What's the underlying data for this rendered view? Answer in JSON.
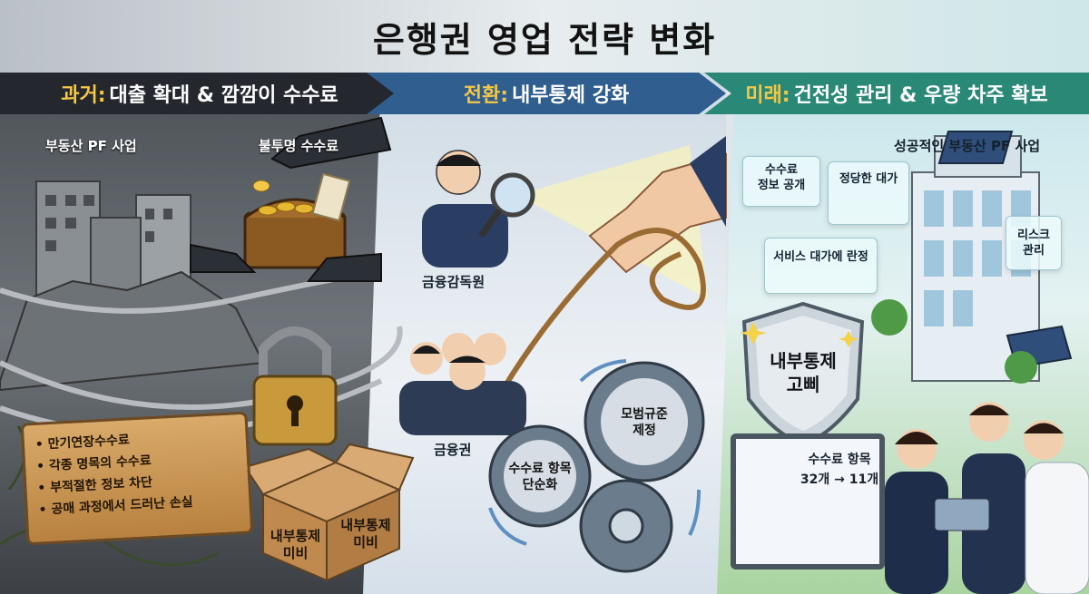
{
  "title": "은행권 영업 전략 변화",
  "sections": {
    "past": {
      "highlight": "과거:",
      "text": "대출 확대 & 깜깜이 수수료",
      "labels": {
        "pf": "부동산 PF 사업",
        "opaque_fee": "불투명 수수료"
      },
      "sign_items": [
        "• 만기연장수수료",
        "• 각종 명목의 수수료",
        "• 부적절한 정보 차단",
        "• 공매 과정에서 드러난 손실"
      ],
      "box_left": [
        "내부통제",
        "미비"
      ],
      "box_right": [
        "내부통제",
        "미비"
      ]
    },
    "transition": {
      "highlight": "전환:",
      "text": "내부통제 강화",
      "labels": {
        "fss": "금융감독원",
        "banks": "금융권"
      },
      "gear_top": [
        "모범규준",
        "제정"
      ],
      "gear_left": [
        "수수료 항목",
        "단순화"
      ]
    },
    "future": {
      "highlight": "미래:",
      "text": "건전성 관리 & 우량 차주 확보",
      "labels": {
        "pf_success": "성공적인 부동산 PF 사업"
      },
      "cards": {
        "fee_disclosure": [
          "수수료",
          "정보 공개"
        ],
        "fair_price": "정당한 대가",
        "service_price": "서비스 대가에 란정",
        "risk": [
          "리스크",
          "관리"
        ]
      },
      "shield": [
        "내부통제",
        "고삐"
      ],
      "screen": {
        "title": "수수료 항목",
        "count": "32개 → 11개"
      }
    }
  },
  "colors": {
    "past_banner": "#24282e",
    "transition_banner": "#2f5e8f",
    "future_banner": "#2a8877",
    "highlight": "#f6c744"
  }
}
